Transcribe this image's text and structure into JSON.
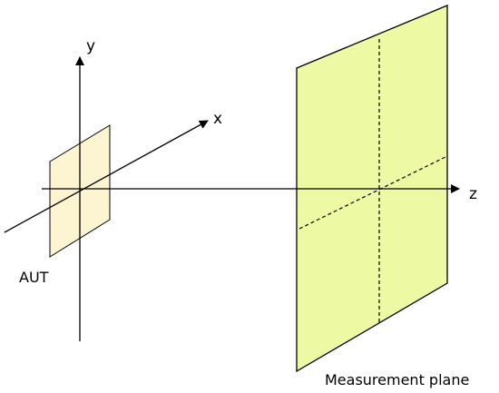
{
  "axes": {
    "x": "x",
    "y": "y",
    "z": "z"
  },
  "labels": {
    "aut": "AUT",
    "measurement_plane": "Measurement plane"
  },
  "colors": {
    "aut_fill": "#fdf5d2",
    "plane_fill": "#edfaa3",
    "stroke": "#000000"
  }
}
